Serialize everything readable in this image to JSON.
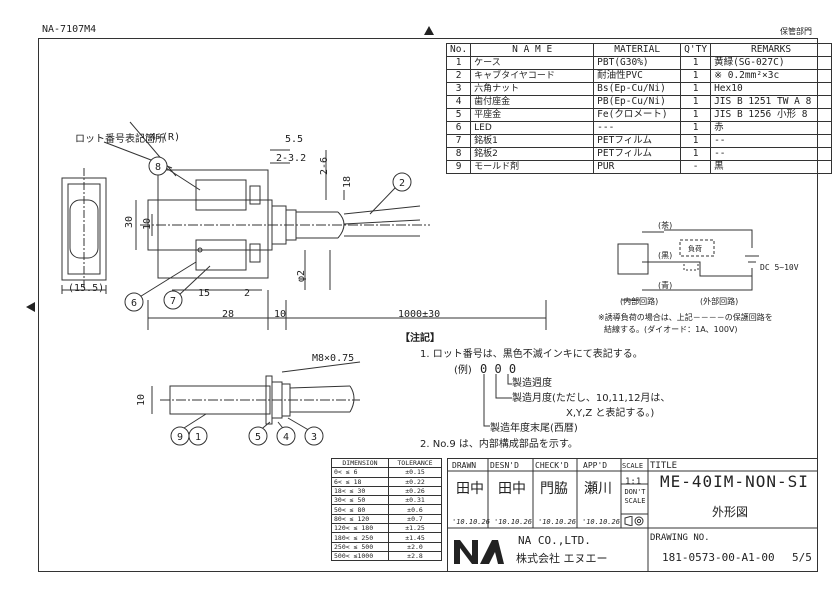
{
  "header": {
    "doc_code": "NA-7107M4",
    "dept": "保管部門"
  },
  "parts_table": {
    "headers": [
      "No.",
      "N A M E",
      "MATERIAL",
      "Q'TY",
      "REMARKS"
    ],
    "rows": [
      [
        "1",
        "ケース",
        "PBT(G30%)",
        "1",
        "黄緑(SG-027C)"
      ],
      [
        "2",
        "キャブタイヤコード",
        "耐油性PVC",
        "1",
        "※ 0.2mm²×3c"
      ],
      [
        "3",
        "六角ナット",
        "Bs(Ep-Cu/Ni)",
        "1",
        "Hex10"
      ],
      [
        "4",
        "歯付座金",
        "PB(Ep-Cu/Ni)",
        "1",
        "JIS B 1251 TW A 8"
      ],
      [
        "5",
        "平座金",
        "Fe(クロメート)",
        "1",
        "JIS B 1256 小形 8"
      ],
      [
        "6",
        "LED",
        "---",
        "1",
        "赤"
      ],
      [
        "7",
        "銘板1",
        "PETフィルム",
        "1",
        "--"
      ],
      [
        "8",
        "銘板2",
        "PETフィルム",
        "1",
        "--"
      ],
      [
        "9",
        "モールド剤",
        "PUR",
        "-",
        "黒"
      ]
    ]
  },
  "drawing_labels": {
    "lot_mark": "ロット番号表記箇所",
    "r_mark": "4-(R)",
    "dim_5_5": "5.5",
    "dim_2_3_2": "2-3.2",
    "dim_2_6": "2-6",
    "dim_18": "18",
    "dim_30": "30",
    "dim_10": "10",
    "dim_phi2": "φ2",
    "dim_15": "15",
    "dim_2": "2",
    "dim_28": "28",
    "dim_10b": "10",
    "dim_1000": "1000±30",
    "dim_15_5": "(15.5)",
    "thread": "M8×0.75",
    "dim_10c": "10",
    "callouts": [
      "1",
      "2",
      "3",
      "4",
      "5",
      "6",
      "7",
      "8",
      "9"
    ]
  },
  "circuit": {
    "brown": "(茶)",
    "black": "(黒)",
    "blue": "(青)",
    "load": "負荷",
    "dc": "DC 5~10V",
    "internal": "(内部回路)",
    "external": "(外部回路)",
    "note_line1": "※誘導負荷の場合は、上記－－－－の保護回路を",
    "note_line2": "結線する。(ダイオード：1A、100V)"
  },
  "notes": {
    "title": "【注記】",
    "n1": "1.  ロット番号は、黒色不滅インキにて表記する。",
    "example": "(例)",
    "example_digits": "0 0 0",
    "week": "製造週度",
    "month1": "製造月度(ただし、10,11,12月は、",
    "month2": "X,Y,Z と表記する。)",
    "year": "製造年度末尾(西暦)",
    "n2": "2.  No.9 は、内部構成部品を示す。"
  },
  "tolerance_table": {
    "headers": [
      "DIMENSION",
      "TOLERANCE"
    ],
    "rows": [
      [
        "0<  ≤   6",
        "±0.15"
      ],
      [
        "6<  ≤  18",
        "±0.22"
      ],
      [
        "18<  ≤  30",
        "±0.26"
      ],
      [
        "30<  ≤  50",
        "±0.31"
      ],
      [
        "50<  ≤  80",
        "±0.6"
      ],
      [
        "80<  ≤ 120",
        "±0.7"
      ],
      [
        "120<  ≤ 180",
        "±1.25"
      ],
      [
        "180<  ≤ 250",
        "±1.45"
      ],
      [
        "250<  ≤ 500",
        "±2.0"
      ],
      [
        "500<  ≤1000",
        "±2.8"
      ]
    ]
  },
  "title_block": {
    "drawn": "DRAWN",
    "desnd": "DESN'D",
    "checkd": "CHECK'D",
    "appd": "APP'D",
    "scale": "SCALE",
    "scale_val": "1:1",
    "dont_scale": "DON'T SCALE",
    "title_label": "TITLE",
    "title": "ME-40IM-NON-SI",
    "subtitle": "外形図",
    "drawing_no_label": "DRAWING NO.",
    "drawing_no": "181-0573-00-A1-00",
    "sheet": "5/5",
    "company_en": "NA CO.,LTD.",
    "company_jp": "株式会社  エヌエー",
    "signatures": [
      "田中",
      "田中",
      "門脇",
      "瀬川"
    ],
    "dates": [
      "'10.10.26",
      "'10.10.26",
      "'10.10.26",
      "'10.10.26"
    ]
  }
}
